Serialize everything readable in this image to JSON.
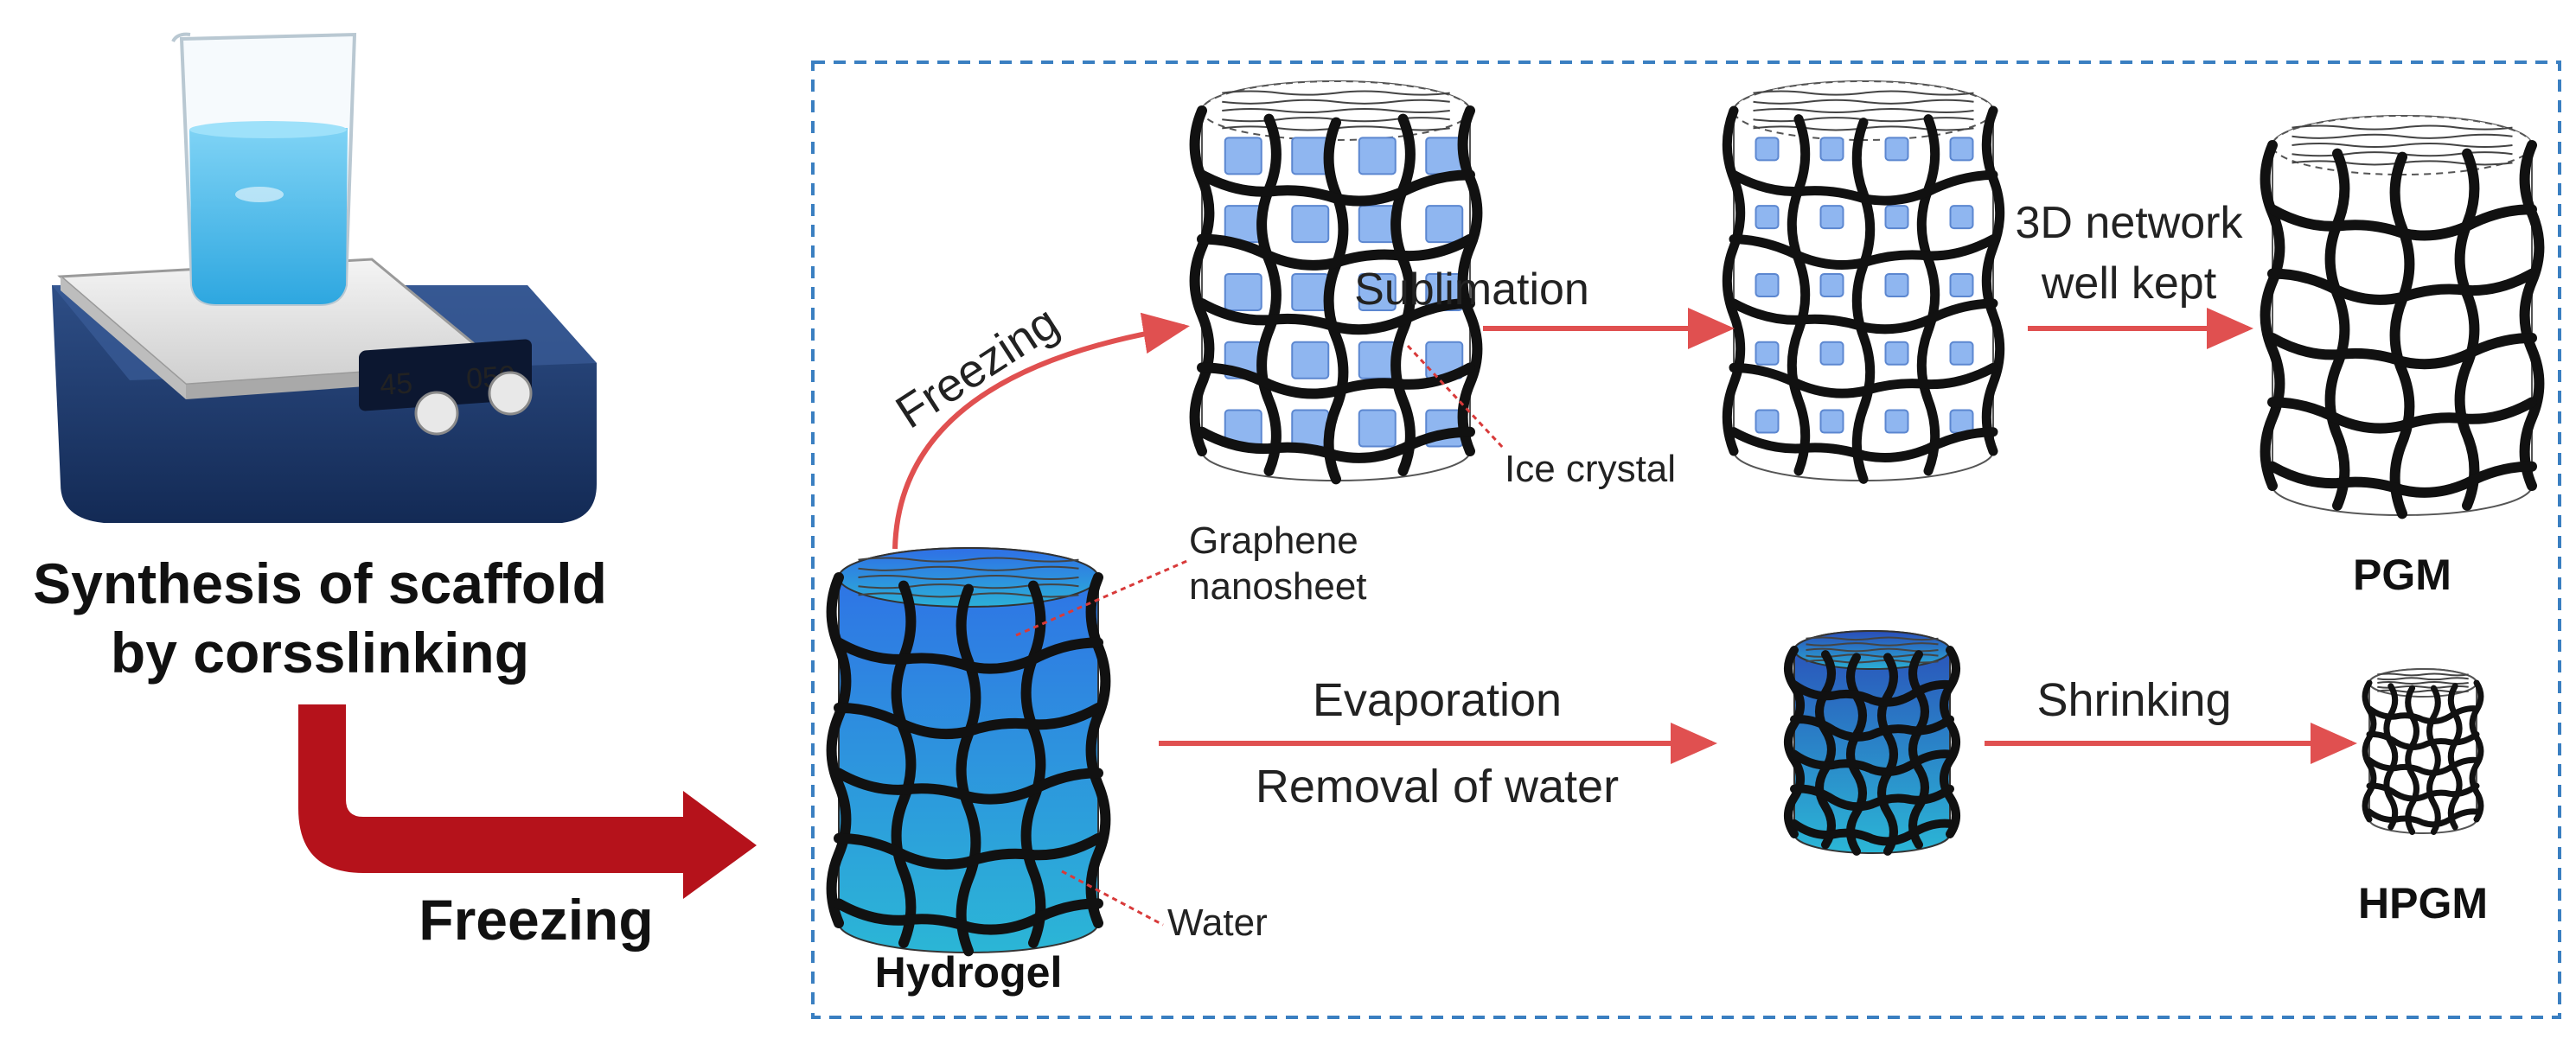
{
  "left_panel": {
    "title_line1": "Synthesis of scaffold",
    "title_line2": "by corsslinking",
    "step_label": "Freezing",
    "device_display_left": "45",
    "device_display_right": "050"
  },
  "process": {
    "freezing_label": "Freezing",
    "sublimation_label": "Sublimation",
    "network_label_line1": "3D network",
    "network_label_line2": "well kept",
    "evaporation_label": "Evaporation",
    "removal_label": "Removal of water",
    "shrinking_label": "Shrinking"
  },
  "annotations": {
    "ice_crystal": "Ice crystal",
    "graphene_line1": "Graphene",
    "graphene_line2": "nanosheet",
    "water": "Water"
  },
  "products": {
    "hydrogel": "Hydrogel",
    "pgm": "PGM",
    "hpgm": "HPGM"
  },
  "colors": {
    "arrow_red": "#e05050",
    "big_arrow_red": "#b5121b",
    "dashed_box": "#3a7fc1",
    "water_blue": "#2a8fe0",
    "ice_blue": "#8fb6f0",
    "mesh_black": "#111111"
  }
}
